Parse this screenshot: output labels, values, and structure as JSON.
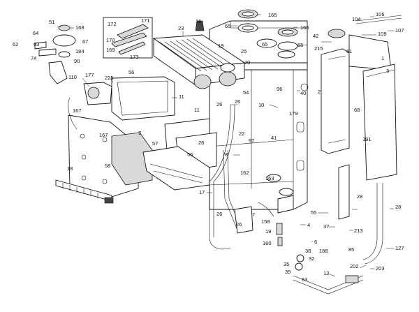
{
  "diagram": {
    "part_labels": [
      {
        "id": "p16",
        "text": "16"
      },
      {
        "id": "p165a",
        "text": "165"
      },
      {
        "id": "p165b",
        "text": "165"
      },
      {
        "id": "p65a",
        "text": "65"
      },
      {
        "id": "p65b",
        "text": "65"
      },
      {
        "id": "p65c",
        "text": "65"
      },
      {
        "id": "p19a",
        "text": "19"
      },
      {
        "id": "p25",
        "text": "25"
      },
      {
        "id": "p23",
        "text": "23"
      },
      {
        "id": "p172",
        "text": "172"
      },
      {
        "id": "p171",
        "text": "171"
      },
      {
        "id": "p170",
        "text": "170"
      },
      {
        "id": "p169",
        "text": "169"
      },
      {
        "id": "p173",
        "text": "173"
      },
      {
        "id": "p51",
        "text": "51"
      },
      {
        "id": "p168",
        "text": "168"
      },
      {
        "id": "p64",
        "text": "64"
      },
      {
        "id": "p62",
        "text": "62"
      },
      {
        "id": "p63a",
        "text": "63"
      },
      {
        "id": "p67",
        "text": "67"
      },
      {
        "id": "p184",
        "text": "184"
      },
      {
        "id": "p74",
        "text": "74"
      },
      {
        "id": "p90",
        "text": "90"
      },
      {
        "id": "p110",
        "text": "110"
      },
      {
        "id": "p177",
        "text": "177"
      },
      {
        "id": "p225",
        "text": "225"
      },
      {
        "id": "p56a",
        "text": "56"
      },
      {
        "id": "p11a",
        "text": "11"
      },
      {
        "id": "p167a",
        "text": "167"
      },
      {
        "id": "p167b",
        "text": "167"
      },
      {
        "id": "p9",
        "text": "9"
      },
      {
        "id": "p58",
        "text": "58"
      },
      {
        "id": "p18",
        "text": "18"
      },
      {
        "id": "p11b",
        "text": "11"
      },
      {
        "id": "p57",
        "text": "57"
      },
      {
        "id": "p56b",
        "text": "56"
      },
      {
        "id": "p26a",
        "text": "26"
      },
      {
        "id": "p8",
        "text": "8"
      },
      {
        "id": "p17",
        "text": "17"
      },
      {
        "id": "p26b",
        "text": "26"
      },
      {
        "id": "p26c",
        "text": "26"
      },
      {
        "id": "p26d",
        "text": "26"
      },
      {
        "id": "p26e",
        "text": "26"
      },
      {
        "id": "p20",
        "text": "20"
      },
      {
        "id": "p54",
        "text": "54"
      },
      {
        "id": "p96",
        "text": "96"
      },
      {
        "id": "p40",
        "text": "40"
      },
      {
        "id": "p10",
        "text": "10"
      },
      {
        "id": "p22",
        "text": "22"
      },
      {
        "id": "p97",
        "text": "97"
      },
      {
        "id": "p41",
        "text": "41"
      },
      {
        "id": "p179",
        "text": "179"
      },
      {
        "id": "p162",
        "text": "162"
      },
      {
        "id": "p163",
        "text": "163"
      },
      {
        "id": "p7",
        "text": "7"
      },
      {
        "id": "p158",
        "text": "158"
      },
      {
        "id": "p19b",
        "text": "19"
      },
      {
        "id": "p160",
        "text": "160"
      },
      {
        "id": "p4",
        "text": "4"
      },
      {
        "id": "p6",
        "text": "6"
      },
      {
        "id": "p38",
        "text": "38"
      },
      {
        "id": "p32",
        "text": "32"
      },
      {
        "id": "p35",
        "text": "35"
      },
      {
        "id": "p39",
        "text": "39"
      },
      {
        "id": "p63b",
        "text": "63"
      },
      {
        "id": "p12",
        "text": "12"
      },
      {
        "id": "p42",
        "text": "42"
      },
      {
        "id": "p215",
        "text": "215"
      },
      {
        "id": "p61",
        "text": "61"
      },
      {
        "id": "p1",
        "text": "1"
      },
      {
        "id": "p2",
        "text": "2"
      },
      {
        "id": "p104",
        "text": "104"
      },
      {
        "id": "p106",
        "text": "106"
      },
      {
        "id": "p109",
        "text": "109"
      },
      {
        "id": "p107",
        "text": "107"
      },
      {
        "id": "p3",
        "text": "3"
      },
      {
        "id": "p68",
        "text": "68"
      },
      {
        "id": "p191",
        "text": "191"
      },
      {
        "id": "p28a",
        "text": "28"
      },
      {
        "id": "p28b",
        "text": "28"
      },
      {
        "id": "p55",
        "text": "55"
      },
      {
        "id": "p37",
        "text": "37"
      },
      {
        "id": "p213",
        "text": "213"
      },
      {
        "id": "p188",
        "text": "188"
      },
      {
        "id": "p85",
        "text": "85"
      },
      {
        "id": "p127",
        "text": "127"
      },
      {
        "id": "p202",
        "text": "202"
      },
      {
        "id": "p203",
        "text": "203"
      }
    ]
  }
}
